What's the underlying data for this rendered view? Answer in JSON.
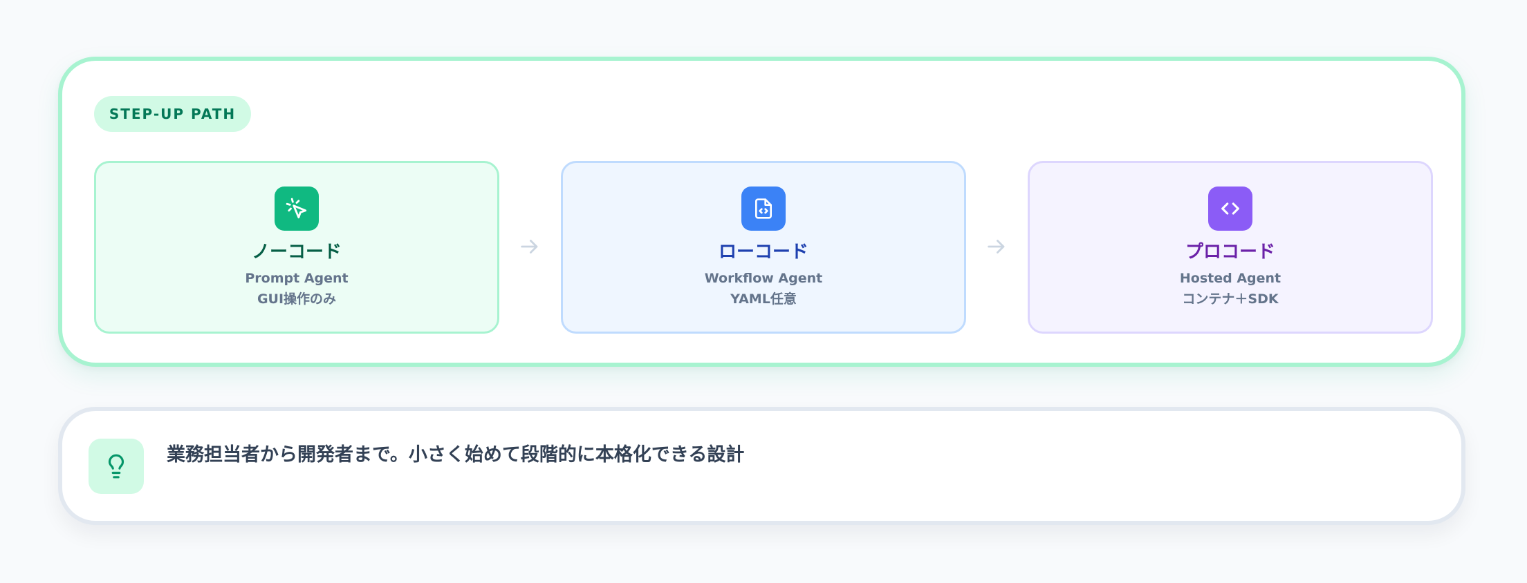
{
  "badge": {
    "label": "STEP-UP PATH"
  },
  "steps": [
    {
      "title": "ノーコード",
      "subtitle": "Prompt Agent",
      "detail": "GUI操作のみ",
      "icon": "cursor-click-icon",
      "accent_color": "#10b981"
    },
    {
      "title": "ローコード",
      "subtitle": "Workflow Agent",
      "detail": "YAML任意",
      "icon": "file-code-icon",
      "accent_color": "#3b82f6"
    },
    {
      "title": "プロコード",
      "subtitle": "Hosted Agent",
      "detail": "コンテナ＋SDK",
      "icon": "code-brackets-icon",
      "accent_color": "#8b5cf6"
    }
  ],
  "note": {
    "text": "業務担当者から開発者まで。小さく始めて段階的に本格化できる設計",
    "icon": "lightbulb-icon"
  }
}
